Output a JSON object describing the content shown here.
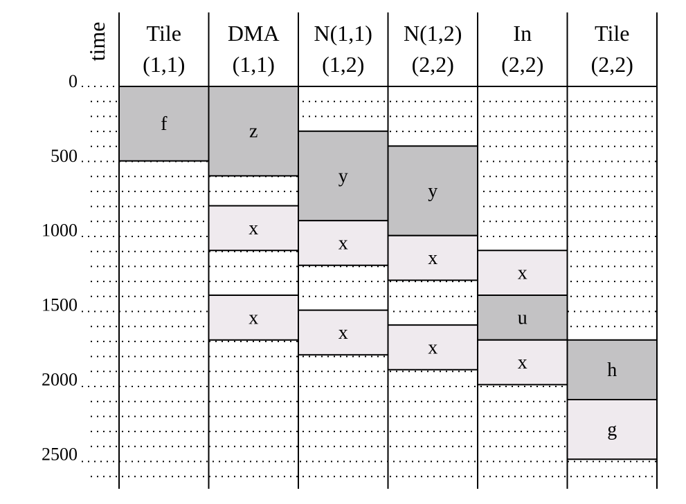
{
  "axis": {
    "label": "time",
    "ticks": [
      "0",
      "500",
      "1000",
      "1500",
      "2000",
      "2500"
    ]
  },
  "columns": [
    {
      "line1": "Tile",
      "line2": "(1,1)"
    },
    {
      "line1": "DMA",
      "line2": "(1,1)"
    },
    {
      "line1": "N(1,1)",
      "line2": "(1,2)"
    },
    {
      "line1": "N(1,2)",
      "line2": "(2,2)"
    },
    {
      "line1": "In",
      "line2": "(2,2)"
    },
    {
      "line1": "Tile",
      "line2": "(2,2)"
    }
  ],
  "colors": {
    "dark": "#c3c2c4",
    "light": "#efeaee",
    "line": "#000000"
  },
  "tasks": [
    {
      "col": 0,
      "start": 0,
      "end": 500,
      "label": "f",
      "shade": "dark"
    },
    {
      "col": 1,
      "start": 0,
      "end": 600,
      "label": "z",
      "shade": "dark"
    },
    {
      "col": 1,
      "start": 800,
      "end": 1100,
      "label": "x",
      "shade": "light"
    },
    {
      "col": 1,
      "start": 1400,
      "end": 1700,
      "label": "x",
      "shade": "light"
    },
    {
      "col": 2,
      "start": 300,
      "end": 900,
      "label": "y",
      "shade": "dark"
    },
    {
      "col": 2,
      "start": 900,
      "end": 1200,
      "label": "x",
      "shade": "light"
    },
    {
      "col": 2,
      "start": 1500,
      "end": 1800,
      "label": "x",
      "shade": "light"
    },
    {
      "col": 3,
      "start": 400,
      "end": 1000,
      "label": "y",
      "shade": "dark"
    },
    {
      "col": 3,
      "start": 1000,
      "end": 1300,
      "label": "x",
      "shade": "light"
    },
    {
      "col": 3,
      "start": 1600,
      "end": 1900,
      "label": "x",
      "shade": "light"
    },
    {
      "col": 4,
      "start": 1100,
      "end": 1400,
      "label": "x",
      "shade": "light"
    },
    {
      "col": 4,
      "start": 1400,
      "end": 1700,
      "label": "u",
      "shade": "dark"
    },
    {
      "col": 4,
      "start": 1700,
      "end": 2000,
      "label": "x",
      "shade": "light"
    },
    {
      "col": 5,
      "start": 1700,
      "end": 2100,
      "label": "h",
      "shade": "dark"
    },
    {
      "col": 5,
      "start": 2100,
      "end": 2500,
      "label": "g",
      "shade": "light"
    }
  ]
}
